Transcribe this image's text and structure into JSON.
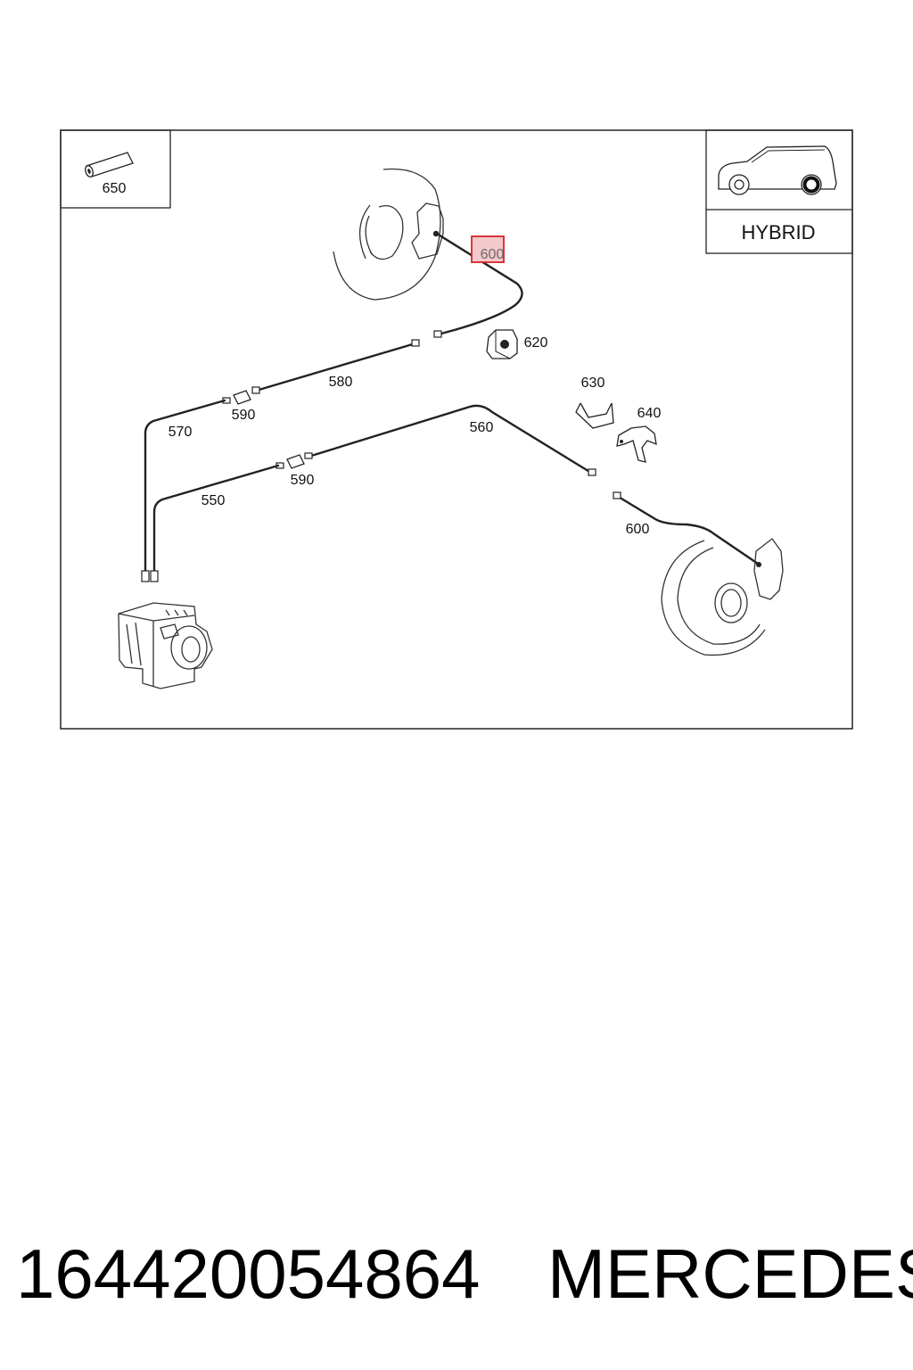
{
  "inset": {
    "accessory_label": "650",
    "vehicle_label": "HYBRID"
  },
  "callouts": {
    "front_hose": "600",
    "clip": "620",
    "line_580": "580",
    "connector_upper": "590",
    "line_570": "570",
    "line_560": "560",
    "connector_lower": "590",
    "line_550": "550",
    "bracket_630": "630",
    "bracket_640": "640",
    "rear_hose": "600"
  },
  "highlight_color": "#d8232a",
  "footer": {
    "part_number": "164420054864",
    "brand": "MERCEDES"
  }
}
